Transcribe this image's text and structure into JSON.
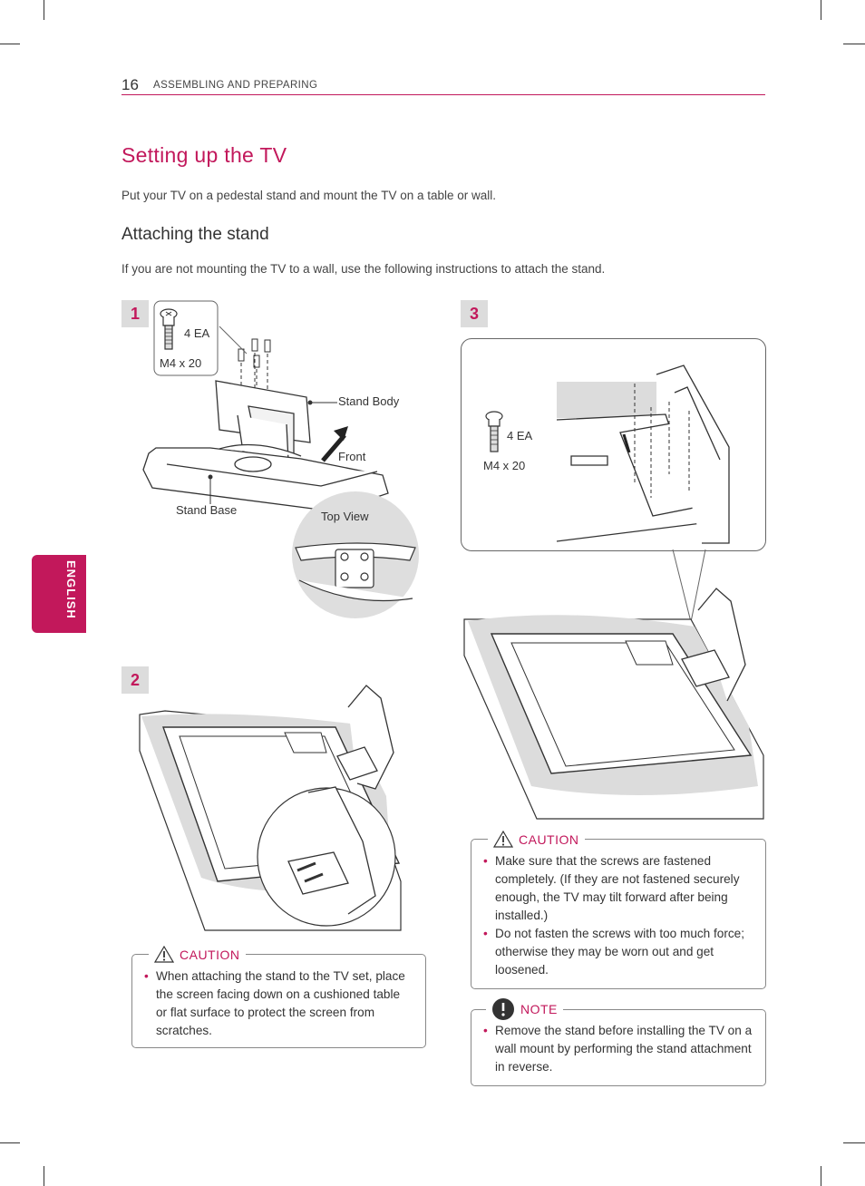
{
  "header": {
    "page_number": "16",
    "section": "ASSEMBLING AND PREPARING"
  },
  "title": "Setting up the TV",
  "intro": "Put your TV on a pedestal stand and mount the TV on a table or wall.",
  "subtitle": "Attaching the stand",
  "instruction": "If you are not mounting the TV to a wall, use the following instructions to attach the stand.",
  "side_tab": "ENGLISH",
  "steps": [
    {
      "number": "1",
      "screw_qty": "4 EA",
      "screw_size": "M4 x 20",
      "labels": {
        "stand_body": "Stand Body",
        "front": "Front",
        "stand_base": "Stand Base",
        "top_view": "Top View"
      }
    },
    {
      "number": "2"
    },
    {
      "number": "3",
      "screw_qty": "4 EA",
      "screw_size": "M4 x 20"
    }
  ],
  "caution_left": {
    "title": "CAUTION",
    "items": [
      "When attaching the stand to the TV set, place the screen facing down on a cushioned table or flat surface to protect the screen from scratches."
    ]
  },
  "caution_right": {
    "title": "CAUTION",
    "items": [
      "Make sure that the screws are fastened completely. (If they are not fastened securely enough, the TV may tilt forward after being installed.)",
      "Do not fasten the screws with too much force; otherwise they may be worn out and get loosened."
    ]
  },
  "note": {
    "title": "NOTE",
    "items": [
      "Remove the stand before installing the TV on a wall mount by performing the stand attachment in reverse."
    ]
  },
  "colors": {
    "accent": "#c2185b",
    "step_box": "#dcdcdc"
  }
}
